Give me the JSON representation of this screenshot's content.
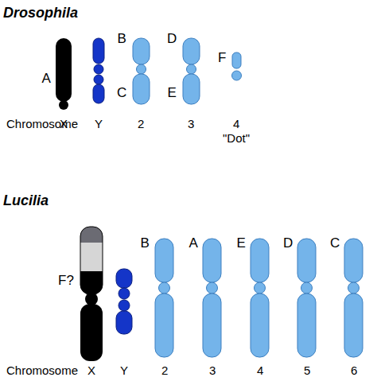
{
  "diagram": {
    "labels": [
      "Drosophila",
      "A",
      "B",
      "C",
      "D",
      "E",
      "F",
      "Chromosome",
      "X",
      "Y",
      "2",
      "3",
      "4",
      "\"Dot\"",
      "Lucilia",
      "F?",
      "B",
      "A",
      "E",
      "D",
      "C",
      "Chromosome",
      "X",
      "Y",
      "2",
      "3",
      "4",
      "5",
      "6"
    ]
  }
}
